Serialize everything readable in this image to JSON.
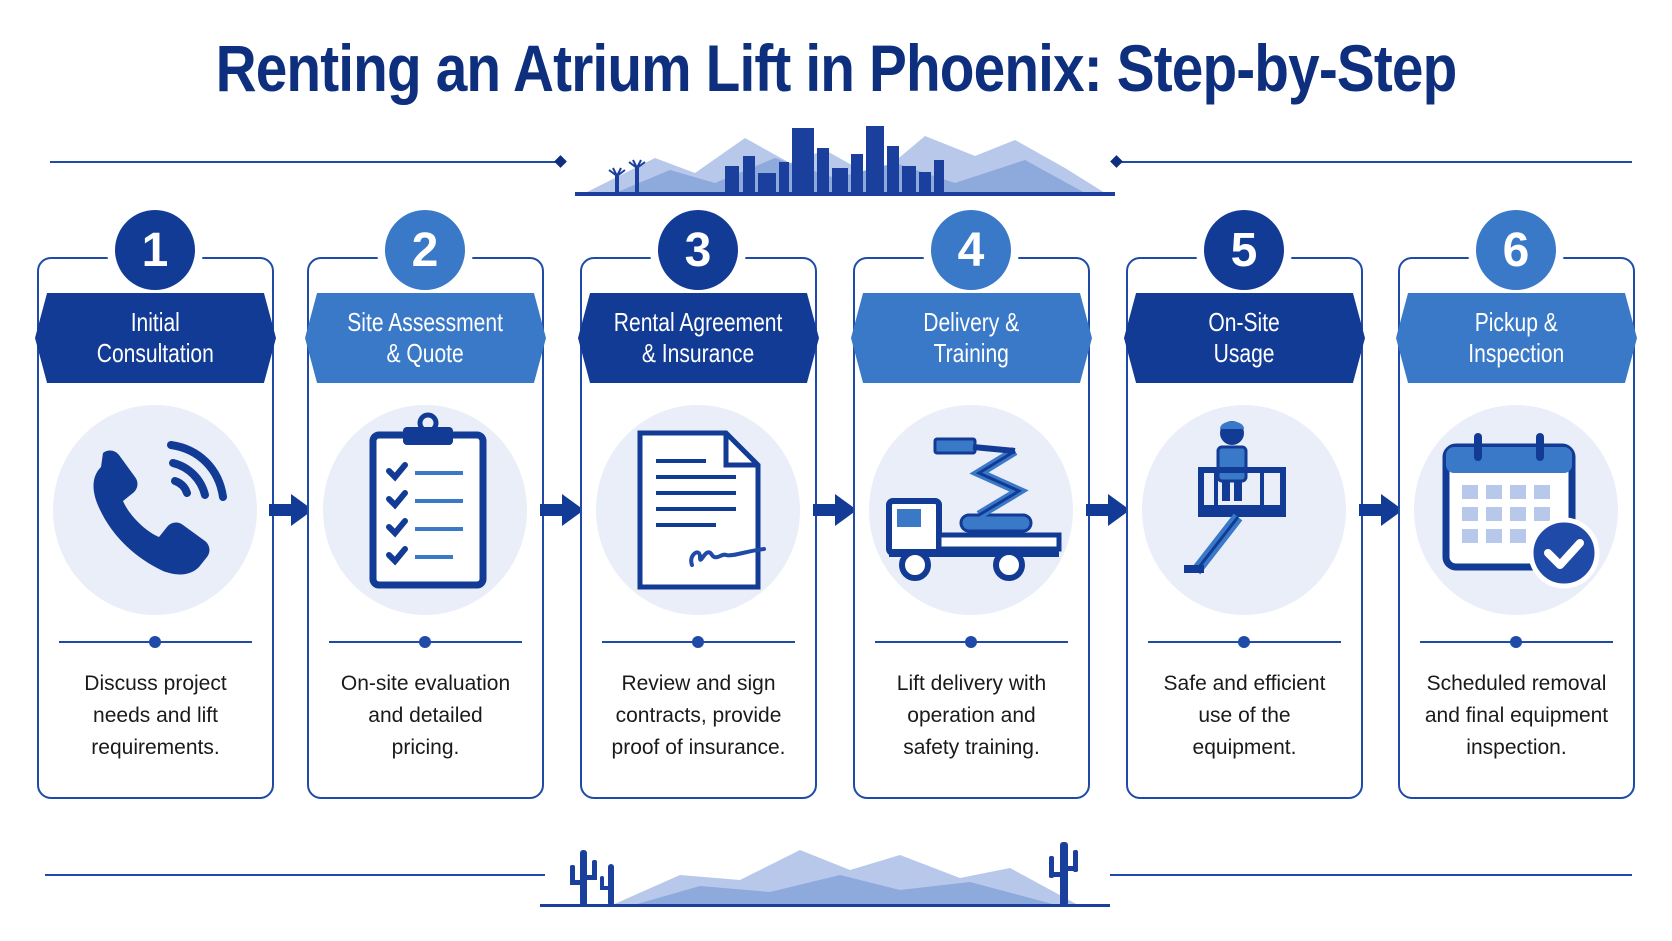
{
  "title": "Renting an Atrium Lift in Phoenix: Step-by-Step",
  "colors": {
    "dark": "#123b95",
    "light": "#3a78c8",
    "pale": "#e9eef8",
    "line": "#1f4aa8"
  },
  "steps": [
    {
      "number": "1",
      "title_line1": "Initial",
      "title_line2": "Consultation",
      "description_line1": "Discuss project",
      "description_line2": "needs and lift",
      "description_line3": "requirements.",
      "icon": "phone-icon"
    },
    {
      "number": "2",
      "title_line1": "Site Assessment",
      "title_line2": "& Quote",
      "description_line1": "On-site evaluation",
      "description_line2": "and detailed",
      "description_line3": "pricing.",
      "icon": "clipboard-checklist-icon"
    },
    {
      "number": "3",
      "title_line1": "Rental Agreement",
      "title_line2": "& Insurance",
      "description_line1": "Review and sign",
      "description_line2": "contracts, provide",
      "description_line3": "proof of insurance.",
      "icon": "signed-document-icon"
    },
    {
      "number": "4",
      "title_line1": "Delivery &",
      "title_line2": "Training",
      "description_line1": "Lift delivery with",
      "description_line2": "operation and",
      "description_line3": "safety training.",
      "icon": "delivery-truck-lift-icon"
    },
    {
      "number": "5",
      "title_line1": "On-Site",
      "title_line2": "Usage",
      "description_line1": "Safe and efficient",
      "description_line2": "use of the",
      "description_line3": "equipment.",
      "icon": "worker-on-lift-icon"
    },
    {
      "number": "6",
      "title_line1": "Pickup &",
      "title_line2": "Inspection",
      "description_line1": "Scheduled removal",
      "description_line2": "and final equipment",
      "description_line3": "inspection.",
      "icon": "calendar-check-icon"
    }
  ]
}
